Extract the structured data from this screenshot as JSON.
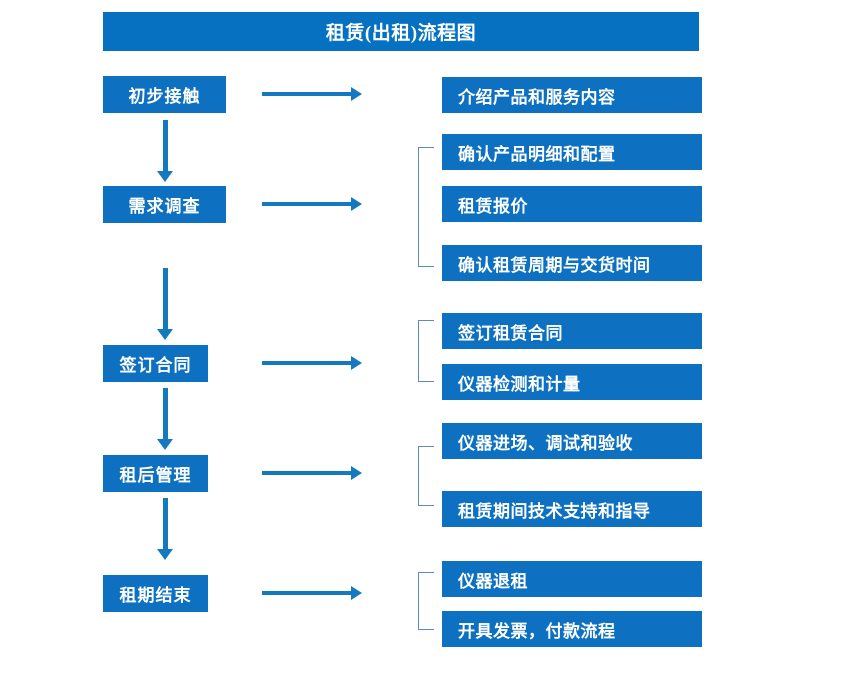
{
  "chart_data": {
    "type": "diagram",
    "title": "租赁(出租)流程图",
    "diagram_kind": "flowchart",
    "orientation": "vertical-with-branches",
    "stages": [
      {
        "id": "stage-1",
        "label": "初步接触",
        "details": [
          "介绍产品和服务内容"
        ],
        "grouped": false
      },
      {
        "id": "stage-2",
        "label": "需求调查",
        "details": [
          "确认产品明细和配置",
          "租赁报价",
          "确认租赁周期与交货时间"
        ],
        "grouped": true
      },
      {
        "id": "stage-3",
        "label": "签订合同",
        "details": [
          "签订租赁合同",
          "仪器检测和计量"
        ],
        "grouped": true
      },
      {
        "id": "stage-4",
        "label": "租后管理",
        "details": [
          "仪器进场、调试和验收",
          "租赁期间技术支持和指导"
        ],
        "grouped": true
      },
      {
        "id": "stage-5",
        "label": "租期结束",
        "details": [
          "仪器退租",
          "开具发票，付款流程"
        ],
        "grouped": true
      }
    ]
  },
  "header": {
    "title": "租赁(出租)流程图"
  },
  "stages": [
    {
      "label": "初步接触"
    },
    {
      "label": "需求调查"
    },
    {
      "label": "签订合同"
    },
    {
      "label": "租后管理"
    },
    {
      "label": "租期结束"
    }
  ],
  "details": {
    "d1": "介绍产品和服务内容",
    "d2": "确认产品明细和配置",
    "d3": "租赁报价",
    "d4": "确认租赁周期与交货时间",
    "d5": "签订租赁合同",
    "d6": "仪器检测和计量",
    "d7": "仪器进场、调试和验收",
    "d8": "租赁期间技术支持和指导",
    "d9": "仪器退租",
    "d10": "开具发票，付款流程"
  },
  "colors": {
    "title_bar": "#0571c0",
    "box_fill": "#0d70c0",
    "arrow": "#1479be",
    "bracket": "#5b8cbe",
    "text": "#ffffff",
    "background": "#ffffff"
  }
}
